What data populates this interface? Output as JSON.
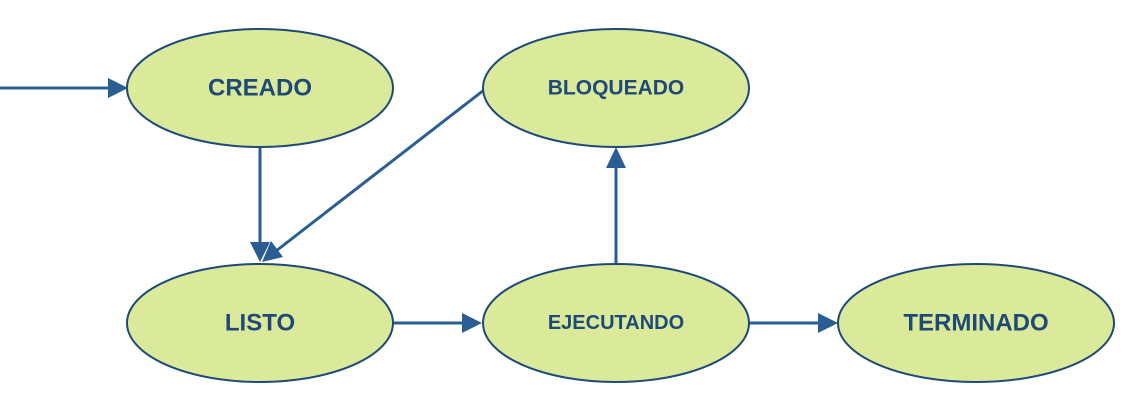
{
  "diagram": {
    "nodes": [
      {
        "id": "creado",
        "label": "CREADO"
      },
      {
        "id": "bloqueado",
        "label": "BLOQUEADO"
      },
      {
        "id": "listo",
        "label": "LISTO"
      },
      {
        "id": "ejecutando",
        "label": "EJECUTANDO"
      },
      {
        "id": "terminado",
        "label": "TERMINADO"
      }
    ],
    "edges": [
      {
        "from": "entry",
        "to": "creado"
      },
      {
        "from": "creado",
        "to": "listo"
      },
      {
        "from": "bloqueado",
        "to": "listo"
      },
      {
        "from": "listo",
        "to": "ejecutando"
      },
      {
        "from": "ejecutando",
        "to": "bloqueado"
      },
      {
        "from": "ejecutando",
        "to": "terminado"
      }
    ],
    "colors": {
      "node_fill": "#dbe99a",
      "node_stroke": "#1e4a7a",
      "label_text": "#1f4a78",
      "arrow": "#2a5d93"
    }
  }
}
